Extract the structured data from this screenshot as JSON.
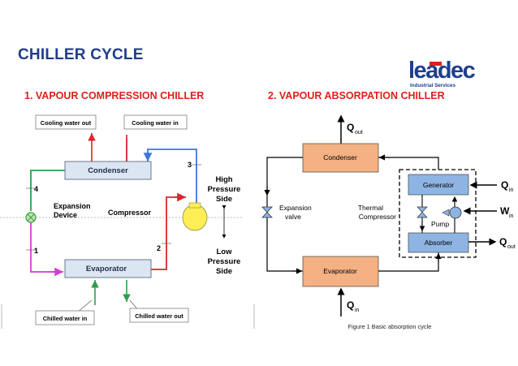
{
  "page": {
    "title": "CHILLER CYCLE",
    "subtitle_left": "1. VAPOUR COMPRESSION CHILLER",
    "subtitle_right": "2. VAPOUR ABSORPATION CHILLER"
  },
  "logo": {
    "wordmark": "leadec",
    "tagline": "Industrial Services",
    "brand_color": "#1e3f8f",
    "accent_color": "#e0201c"
  },
  "compression": {
    "cooling_water_out": "Cooling water out",
    "cooling_water_in": "Cooling water in",
    "condenser": "Condenser",
    "evaporator": "Evaporator",
    "expansion_line1": "Expansion",
    "expansion_line2": "Device",
    "compressor": "Compressor",
    "high_l1": "High",
    "high_l2": "Pressure",
    "high_l3": "Side",
    "low_l1": "Low",
    "low_l2": "Pressure",
    "low_l3": "Side",
    "chilled_water_in": "Chilled water in",
    "chilled_water_out": "Chilled water out",
    "p1": "1",
    "p2": "2",
    "p3": "3",
    "p4": "4"
  },
  "absorption": {
    "q_out_top": "Q",
    "q_out_top_sub": "out",
    "condenser": "Condenser",
    "generator": "Generator",
    "absorber": "Absorber",
    "evaporator": "Evaporator",
    "expansion_l1": "Expansion",
    "expansion_l2": "valve",
    "thermal_l1": "Thermal",
    "thermal_l2": "Compressor",
    "pump": "Pump",
    "q_in_gen": "Q",
    "q_in_gen_sub": "in",
    "w_in": "W",
    "w_in_sub": "in",
    "q_out_abs": "Q",
    "q_out_abs_sub": "out",
    "q_in_bottom": "Q",
    "q_in_bottom_sub": "in",
    "caption": "Figure 1 Basic absorption cycle"
  },
  "colors": {
    "box_fill_compression": "#dce6f2",
    "box_fill_orange": "#f4b183",
    "box_fill_blue": "#8db4e2",
    "pipe_red": "#d9262c",
    "pipe_blue": "#3c78d8",
    "pipe_green": "#2e9e4b",
    "pipe_purple": "#d13fd3",
    "compressor_yellow": "#ffee55"
  }
}
